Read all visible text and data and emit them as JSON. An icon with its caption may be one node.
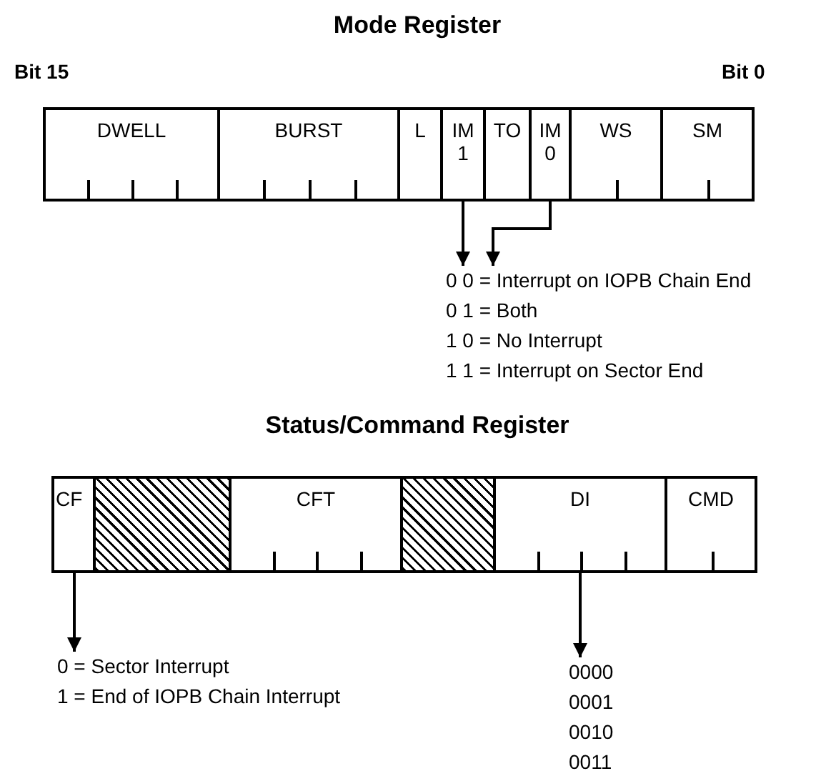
{
  "diagram": {
    "nodes": [
      {
        "text": [
          "DWELL"
        ]
      },
      {
        "text": [
          "BURST"
        ]
      },
      {
        "text": [
          "L"
        ]
      },
      {
        "text": [
          "IM 1"
        ]
      },
      {
        "text": [
          "TO"
        ]
      },
      {
        "text": [
          "IM 0"
        ]
      },
      {
        "text": [
          "WS"
        ]
      },
      {
        "text": [
          "SM"
        ]
      },
      {
        "text": [
          "0 0 = Interrupt on IOPB Chain End",
          "0 1 = Both",
          "1 0 = No Interrupt",
          "1 1 = Interrupt on Sector End"
        ]
      },
      {
        "text": [
          "CF"
        ]
      },
      {
        "text": [],
        "shape": "box"
      },
      {
        "text": [
          "CFT"
        ]
      },
      {
        "text": [],
        "shape": "box"
      },
      {
        "text": [
          "DI"
        ]
      },
      {
        "text": [
          "CMD"
        ]
      },
      {
        "text": [
          "0 = Sector Interrupt",
          "1 = End of IOPB Chain Interrupt"
        ]
      },
      {
        "text": [
          "0000",
          "0001",
          "0010",
          "0011"
        ]
      }
    ],
    "edges": [
      {
        "from": 3,
        "to": 8,
        "arrow": "to"
      },
      {
        "from": 5,
        "to": 8,
        "arrow": "to"
      },
      {
        "from": 9,
        "to": 15,
        "arrow": "to"
      },
      {
        "from": 13,
        "to": 16,
        "arrow": "to"
      }
    ],
    "labels": [
      "Mode Register",
      "Bit 15",
      "Bit 0",
      "Status/Command Register"
    ]
  }
}
